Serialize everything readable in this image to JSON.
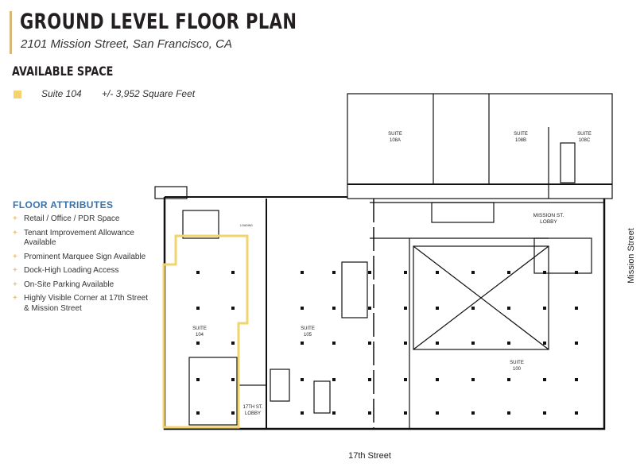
{
  "header": {
    "title": "GROUND LEVEL FLOOR PLAN",
    "subtitle": "2101 Mission Street, San Francisco, CA"
  },
  "available_space": {
    "heading": "AVAILABLE SPACE",
    "items": [
      {
        "suite": "Suite 104",
        "area": "+/- 3,952 Square Feet",
        "color": "#f3d36b"
      }
    ]
  },
  "floor_attributes": {
    "heading": "FLOOR ATTRIBUTES",
    "bullet": "+",
    "items": [
      "Retail / Office / PDR Space",
      "Tenant Improvement Allowance Available",
      "Prominent Marquee Sign Available",
      "Dock-High Loading Access",
      "On-Site Parking Available",
      "Highly Visible Corner at 17th Street & Mission Street"
    ]
  },
  "plan": {
    "highlight_color": "#f3d36b",
    "labels": {
      "s108a": [
        "SUITE",
        "108A"
      ],
      "s108b": [
        "SUITE",
        "108B"
      ],
      "s108c": [
        "SUITE",
        "108C"
      ],
      "mission_lobby": [
        "MISSION ST.",
        "LOBBY"
      ],
      "s104": [
        "SUITE",
        "104"
      ],
      "s105": [
        "SUITE",
        "105"
      ],
      "s100": [
        "SUITE",
        "100"
      ],
      "lobby17": [
        "17TH ST.",
        "LOBBY"
      ],
      "loading": "LOADING"
    },
    "street_south": "17th Street",
    "street_east": "Mission Street"
  }
}
